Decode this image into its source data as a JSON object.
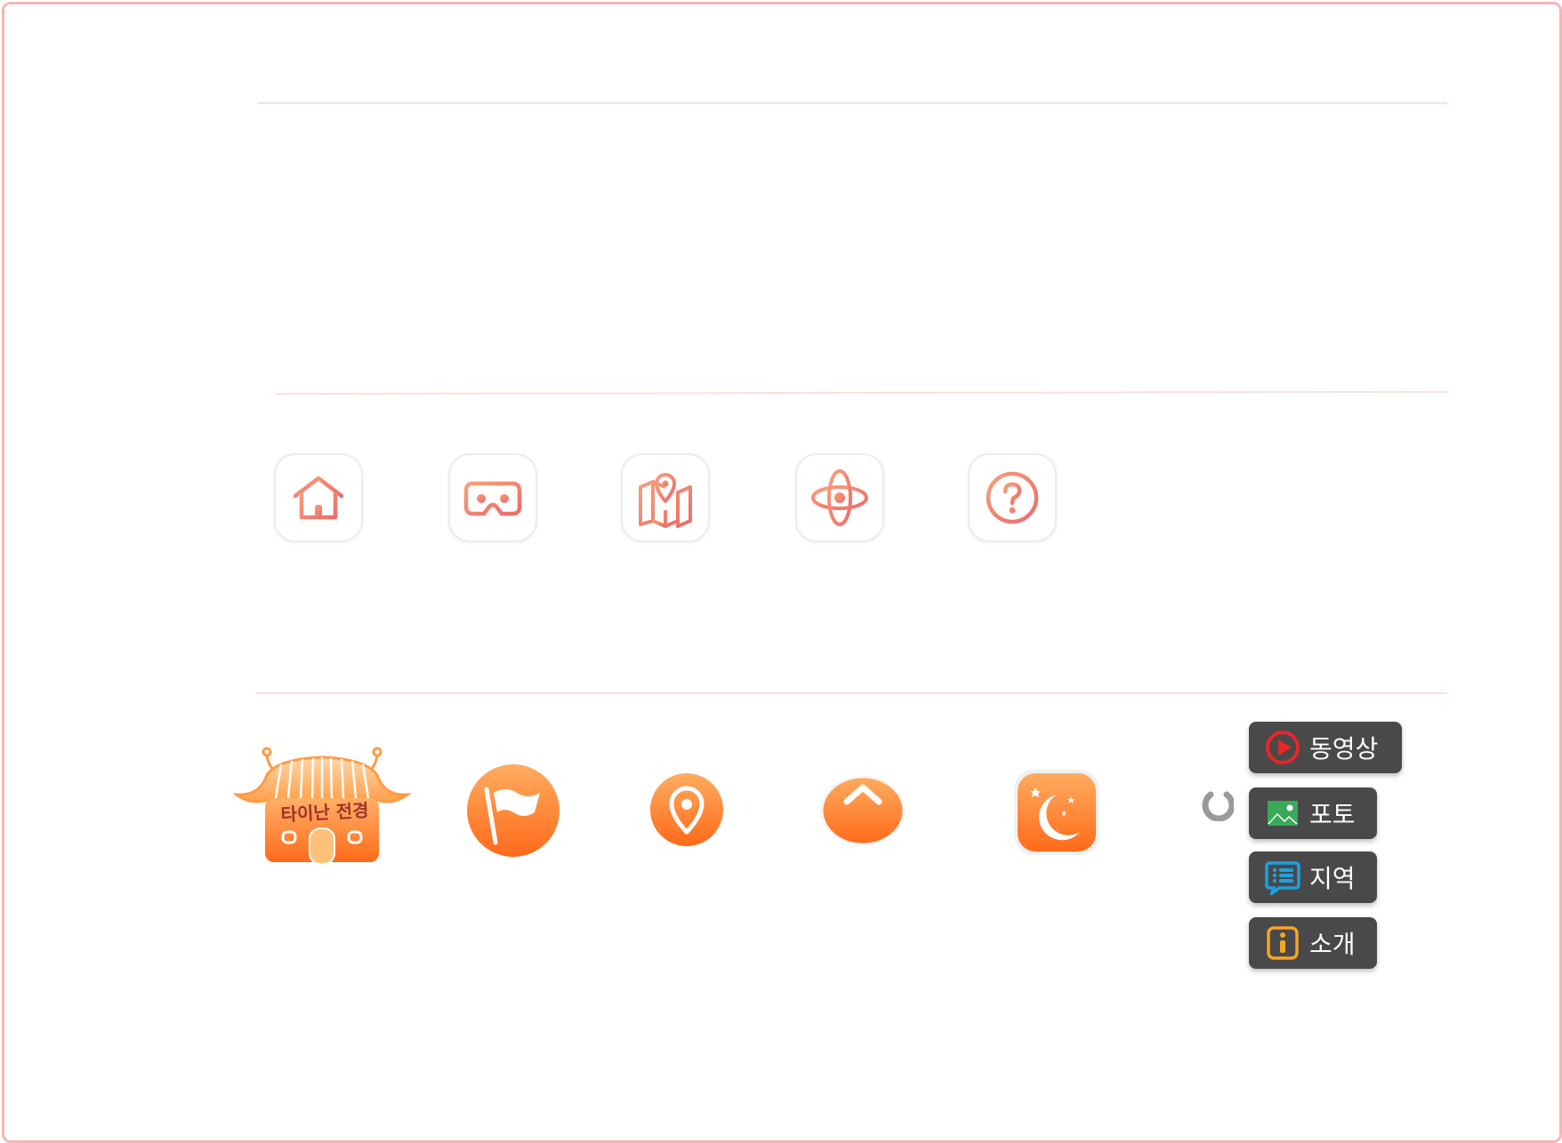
{
  "colors": {
    "border": "#f3b8b4",
    "divider": "#fbe0da",
    "icon_stroke": "#f47c6a",
    "orange_top": "#ffac60",
    "orange_bottom": "#ff6a1a",
    "menu_bg": "#494949",
    "video_red": "#e8262a",
    "photo_green": "#3aaa5a",
    "region_blue": "#1da1e0",
    "info_orange": "#f5a623",
    "spinner_gray": "#999999"
  },
  "toolbar_icons": [
    {
      "name": "home-icon"
    },
    {
      "name": "vr-headset-icon"
    },
    {
      "name": "map-pin-icon"
    },
    {
      "name": "orbit-icon"
    },
    {
      "name": "help-icon"
    }
  ],
  "logo": {
    "text": "타이난 전경"
  },
  "floating_buttons": [
    {
      "name": "flag-icon"
    },
    {
      "name": "location-pin-icon"
    },
    {
      "name": "chevron-up-icon"
    },
    {
      "name": "moon-icon"
    }
  ],
  "menu": {
    "items": [
      {
        "label": "동영상",
        "icon": "play-icon"
      },
      {
        "label": "포토",
        "icon": "image-icon"
      },
      {
        "label": "지역",
        "icon": "list-icon"
      },
      {
        "label": "소개",
        "icon": "info-icon"
      }
    ]
  }
}
